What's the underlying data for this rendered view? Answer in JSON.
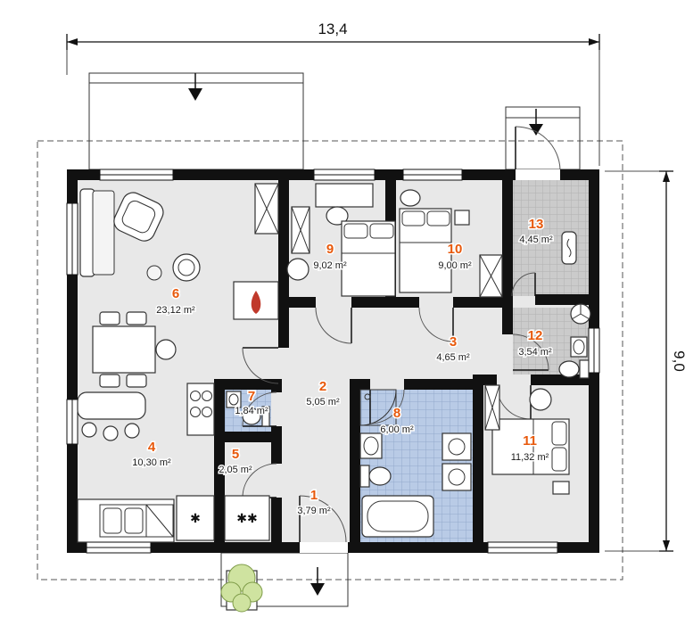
{
  "dimensions": {
    "width_label": "13,4",
    "height_label": "9,0"
  },
  "rooms": [
    {
      "number": "1",
      "area": "3,79 m²"
    },
    {
      "number": "2",
      "area": "5,05 m²"
    },
    {
      "number": "3",
      "area": "4,65 m²"
    },
    {
      "number": "4",
      "area": "10,30 m²"
    },
    {
      "number": "5",
      "area": "2,05 m²"
    },
    {
      "number": "6",
      "area": "23,12 m²"
    },
    {
      "number": "7",
      "area": "1,84 m²"
    },
    {
      "number": "8",
      "area": "6,00 m²"
    },
    {
      "number": "9",
      "area": "9,02 m²"
    },
    {
      "number": "10",
      "area": "9,00 m²"
    },
    {
      "number": "11",
      "area": "11,32 m²"
    },
    {
      "number": "12",
      "area": "3,54 m²"
    },
    {
      "number": "13",
      "area": "4,45 m²"
    }
  ],
  "symbols": {
    "fridge_star": "✱",
    "freezer_stars": "✱✱"
  },
  "colors": {
    "room_number": "#e8590c",
    "area_text": "#1a1a1a",
    "wall": "#111111",
    "tile_blue": "#b9cbe6",
    "tile_gray": "#cbcbcb",
    "plant_green": "#cfe3a0"
  }
}
